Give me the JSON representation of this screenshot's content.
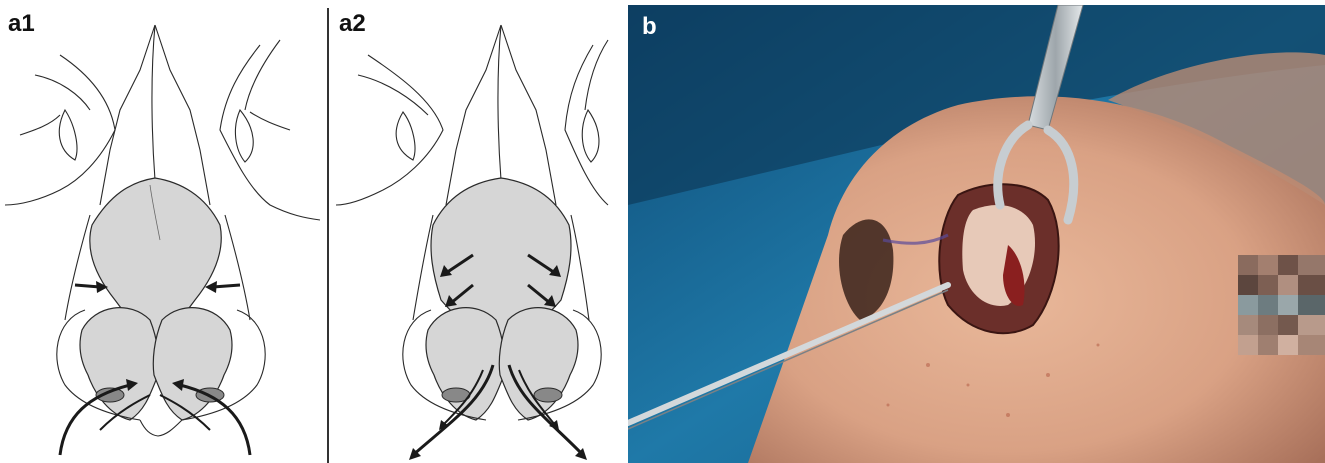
{
  "figure": {
    "panels": [
      {
        "id": "a1",
        "label": "a1",
        "arrows": "inward"
      },
      {
        "id": "a2",
        "label": "a2",
        "arrows": "outward"
      },
      {
        "id": "b",
        "label": "b"
      }
    ]
  },
  "colors": {
    "cartilage_fill": "#d6d6d6",
    "line": "#2a2a2a",
    "photo_drape": "#1f6fa0",
    "photo_skin": "#d9a184"
  }
}
